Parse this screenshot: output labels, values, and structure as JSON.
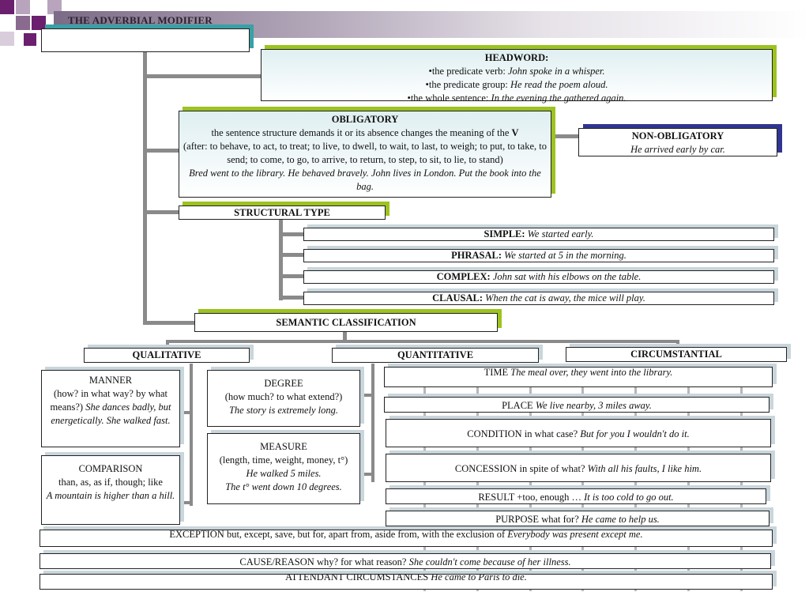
{
  "colors": {
    "green": "#9cc31f",
    "teal": "#39a0a6",
    "navy": "#303590",
    "connector": "#8a8a8a",
    "header_purple": "#6b1f6e"
  },
  "title": "THE ADVERBIAL MODIFIER",
  "headword": {
    "heading": "HEADWORD:",
    "items": [
      {
        "label": "•the predicate verb: ",
        "example": "John spoke in a whisper."
      },
      {
        "label": "•the predicate group: ",
        "example": "He read the poem aloud."
      },
      {
        "label": "•the whole sentence: ",
        "example": "In the evening the gathered again."
      }
    ]
  },
  "obligatory": {
    "heading": "OBLIGATORY",
    "line1a": "the sentence structure demands it or its absence changes the meaning of the ",
    "line1b": "V",
    "line2": "(after: to behave, to act, to treat; to live, to dwell, to wait, to last, to weigh; to put, to take, to send; to come, to go, to arrive, to return, to step, to sit, to lie, to stand)",
    "example": "Bred went to the library. He behaved bravely. John lives in London. Put the book into the bag."
  },
  "non_obligatory": {
    "heading": "NON-OBLIGATORY",
    "example": "He arrived early by car."
  },
  "structural_type": {
    "heading": "STRUCTURAL TYPE",
    "items": [
      {
        "label": "SIMPLE:",
        "example": " We started early."
      },
      {
        "label": "PHRASAL:",
        "example": " We started at 5 in the morning."
      },
      {
        "label": "COMPLEX:",
        "example": " John sat with his elbows on the table."
      },
      {
        "label": "CLAUSAL:",
        "example": " When the cat is away, the mice will play."
      }
    ]
  },
  "semantic": {
    "heading": "SEMANTIC CLASSIFICATION"
  },
  "qualitative": {
    "heading": "QUALITATIVE",
    "manner": {
      "title": "MANNER",
      "text": "(how? in what way? by what means?) ",
      "example": "She dances badly, but energetically. She walked fast."
    },
    "comparison": {
      "title": "COMPARISON",
      "text": "than, as, as if, though; like",
      "example": "A mountain is higher than a hill."
    }
  },
  "quantitative": {
    "heading": "QUANTITATIVE",
    "degree": {
      "title": "DEGREE",
      "text": "(how much? to what extend?)",
      "example": "The story is extremely long."
    },
    "measure": {
      "title": "MEASURE",
      "text": "(length, time, weight, money, t°)",
      "example1": "He walked 5 miles.",
      "example2": "The t° went down 10 degrees."
    }
  },
  "circumstantial": {
    "heading": "CIRCUMSTANTIAL",
    "time": {
      "label": "TIME ",
      "example": "The meal over, they went into the library."
    },
    "place": {
      "label": "PLACE ",
      "example": "We live nearby, 3 miles away."
    },
    "condition": {
      "label": "CONDITION in what case? ",
      "example": "But for you I wouldn't do it."
    },
    "concession": {
      "label": "CONCESSION in spite of what? ",
      "example": "With all his faults, I like him."
    },
    "result": {
      "label": "RESULT +too, enough … ",
      "example": "It is too cold to go out."
    },
    "purpose": {
      "label": "PURPOSE what for? ",
      "example": "He came to help us."
    },
    "exception": {
      "label": "EXCEPTION but, except, save, but for, apart from, aside from, with the exclusion of ",
      "example": "Everybody was present except me."
    },
    "cause": {
      "label": "CAUSE/REASON why? for what reason? ",
      "example": "She couldn't come because of her illness."
    },
    "attendant": {
      "label": "ATTENDANT CIRCUMSTANCES ",
      "example": "He came to Paris to die."
    }
  }
}
